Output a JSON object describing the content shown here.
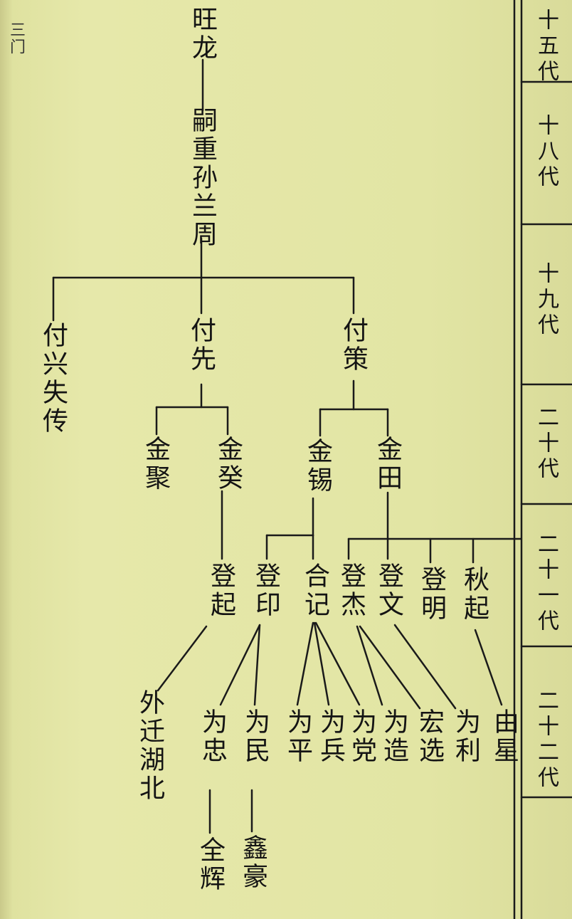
{
  "page_marker": "三门",
  "generations": [
    "十五代",
    "十八代",
    "十九代",
    "二十代",
    "二十一代",
    "二十二代"
  ],
  "nodes": {
    "wanglong": "旺龙",
    "sizeng": "嗣重孙兰周",
    "fuxing": "付兴失传",
    "fuxian": "付先",
    "fuce": "付策",
    "jinju": "金聚",
    "jinkui": "金癸",
    "jinxi": "金锡",
    "jintian": "金田",
    "dengqi": "登起",
    "dengyin": "登印",
    "heji": "合记",
    "dengjie": "登杰",
    "dengwen": "登文",
    "dengming": "登明",
    "qiuqi": "秋起",
    "waiqian": "外迁湖北",
    "weizhong": "为忠",
    "weimin": "为民",
    "weiping": "为平",
    "weibing": "为兵",
    "weidang": "为党",
    "weizao": "为造",
    "hongxuan": "宏选",
    "weili": "为利",
    "youxing": "由星",
    "quanhui": "全辉",
    "xinhao": "鑫豪"
  }
}
